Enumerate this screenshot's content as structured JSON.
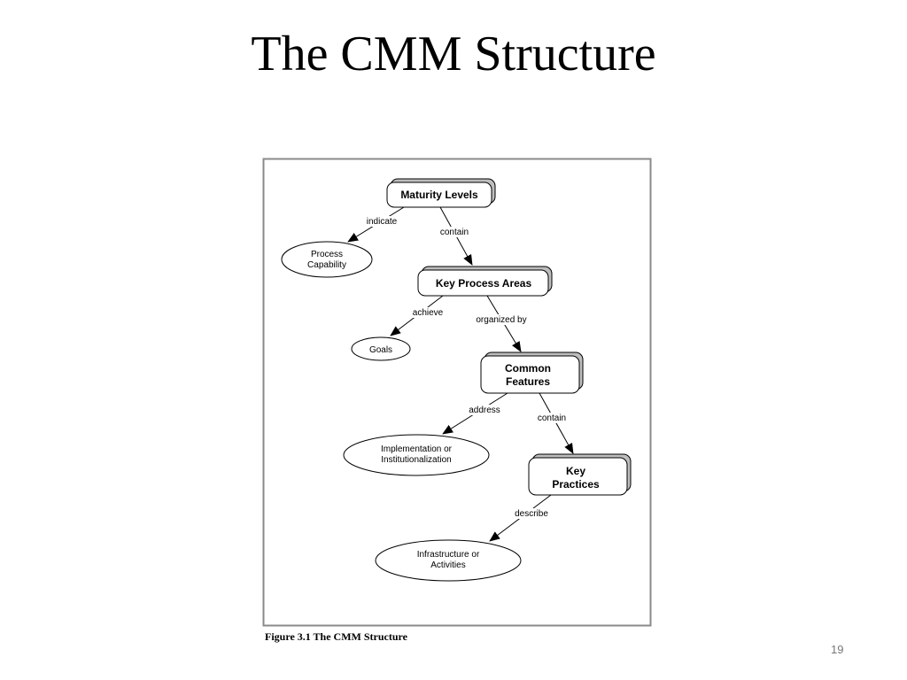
{
  "slide": {
    "title": "The CMM Structure",
    "page_number": "19"
  },
  "figure": {
    "caption": "Figure 3.1  The CMM Structure"
  },
  "nodes": {
    "maturity_levels": "Maturity Levels",
    "process_capability": [
      "Process",
      "Capability"
    ],
    "key_process_areas": "Key Process Areas",
    "goals": "Goals",
    "common_features": [
      "Common",
      "Features"
    ],
    "implementation": [
      "Implementation or",
      "Institutionalization"
    ],
    "key_practices": [
      "Key",
      "Practices"
    ],
    "infrastructure": [
      "Infrastructure or",
      "Activities"
    ]
  },
  "edges": {
    "indicate": "indicate",
    "contain_1": "contain",
    "achieve": "achieve",
    "organized_by": "organized by",
    "address": "address",
    "contain_2": "contain",
    "describe": "describe"
  }
}
